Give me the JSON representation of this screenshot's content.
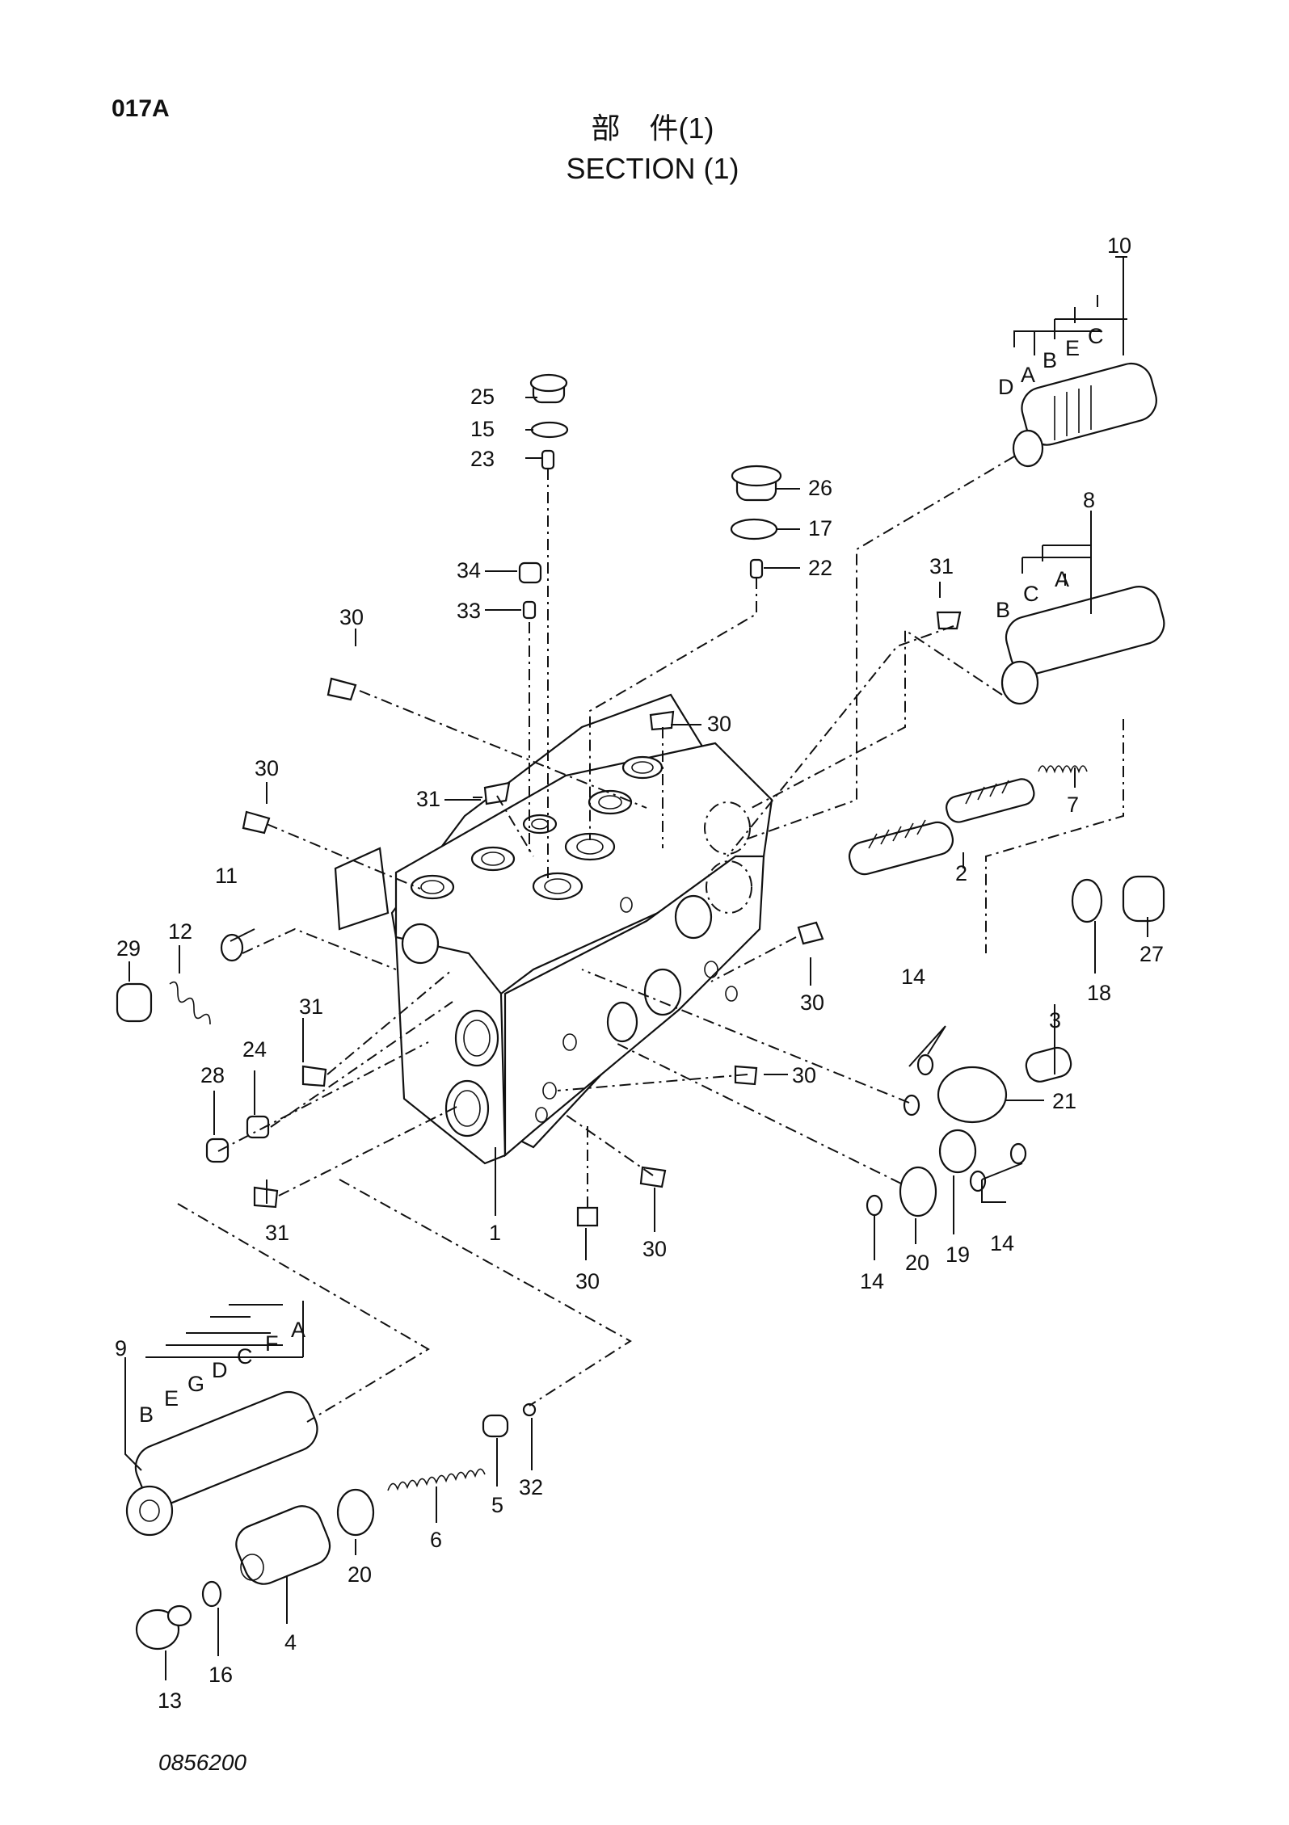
{
  "page_code": "017A",
  "title_jp": "部　件(1)",
  "title_en": "SECTION (1)",
  "drawing_number": "0856200",
  "callouts": [
    "10",
    "8",
    "9",
    "25",
    "15",
    "23",
    "26",
    "17",
    "22",
    "34",
    "33",
    "30",
    "31",
    "7",
    "2",
    "27",
    "18",
    "3",
    "29",
    "12",
    "11",
    "14",
    "21",
    "28",
    "24",
    "1",
    "20",
    "19",
    "32",
    "5",
    "6",
    "4",
    "16",
    "13"
  ],
  "sub_labels": {
    "part_10": [
      "D",
      "A",
      "B",
      "E",
      "C"
    ],
    "part_8": [
      "B",
      "C",
      "A"
    ],
    "part_9": [
      "B",
      "E",
      "G",
      "D",
      "C",
      "F",
      "A"
    ]
  }
}
